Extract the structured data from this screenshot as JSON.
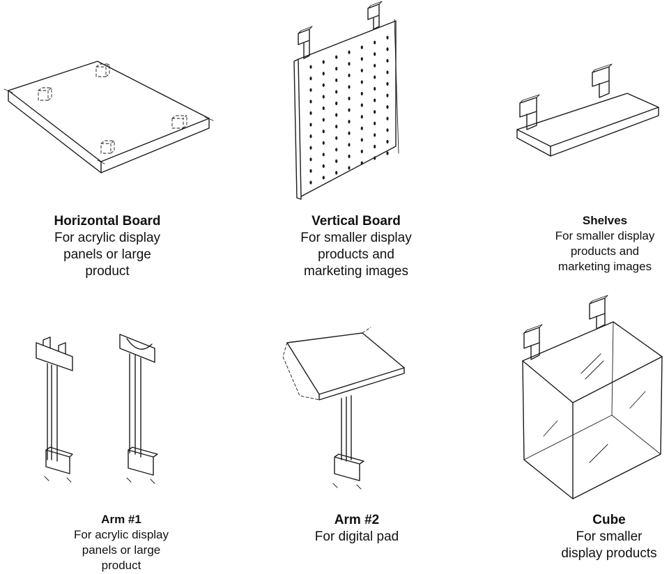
{
  "items": [
    {
      "title": "Horizontal Board",
      "description": "For acrylic display\npanels or large\nproduct"
    },
    {
      "title": "Vertical Board",
      "description": "For smaller display\nproducts and\nmarketing images"
    },
    {
      "title": "Shelves",
      "description": "For smaller display\nproducts and\nmarketing images"
    },
    {
      "title": "Arm #1",
      "description": "For acrylic display\npanels or large\nproduct"
    },
    {
      "title": "Arm #2",
      "description": "For digital pad"
    },
    {
      "title": "Cube",
      "description": "For smaller\ndisplay products"
    }
  ]
}
